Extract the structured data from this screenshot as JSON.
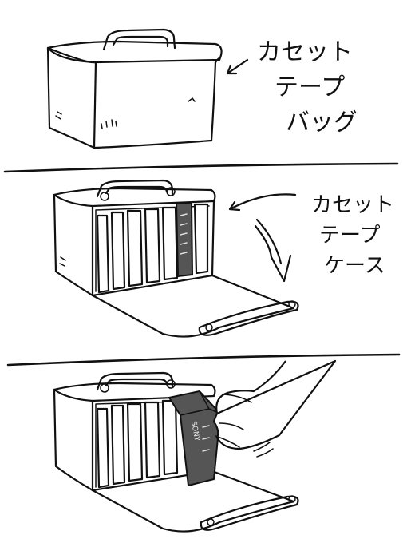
{
  "panels": [
    {
      "label_lines": [
        "カセット",
        "テープ",
        "バッグ"
      ]
    },
    {
      "label_lines": [
        "カセット",
        "テープ",
        "ケース"
      ]
    },
    {
      "cassette_brand": "SONY"
    }
  ],
  "colors": {
    "ink": "#111111",
    "background": "#ffffff",
    "cassette_dark": "#555555"
  }
}
